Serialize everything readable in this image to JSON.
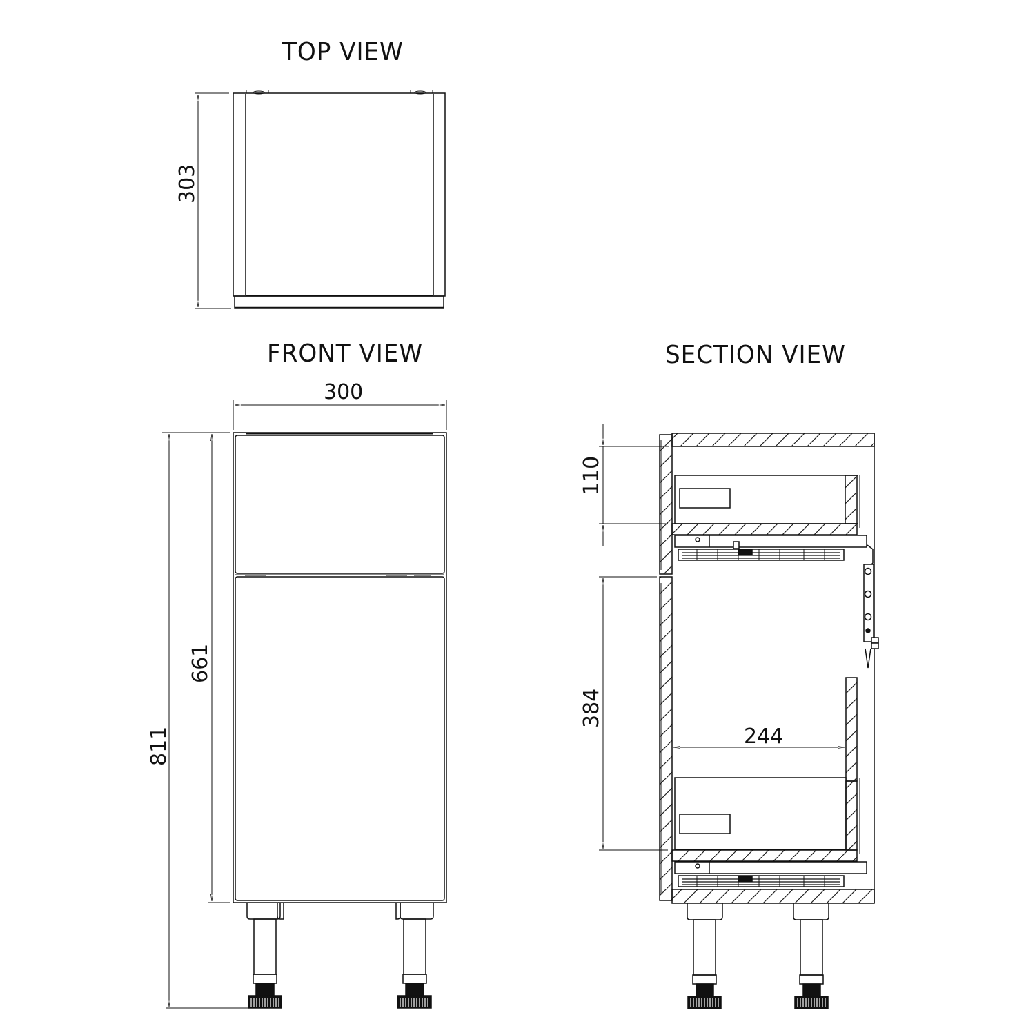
{
  "views": {
    "top": {
      "title": "TOP VIEW",
      "dimensions": {
        "depth": "303"
      }
    },
    "front": {
      "title": "FRONT VIEW",
      "dimensions": {
        "width": "300",
        "carcass_height": "661",
        "overall_height": "811"
      }
    },
    "section": {
      "title": "SECTION VIEW",
      "dimensions": {
        "top_drawer_opening": "110",
        "bottom_drawer_opening": "384",
        "internal_width": "244"
      }
    }
  },
  "style": {
    "line_color": "#111111",
    "background": "#ffffff",
    "hatch_color": "#222222"
  }
}
